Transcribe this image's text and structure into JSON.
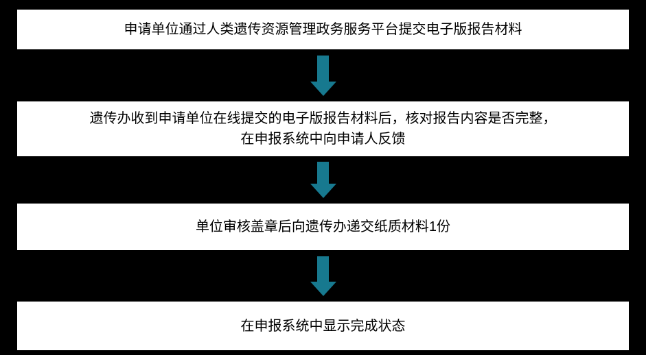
{
  "diagram": {
    "type": "flowchart",
    "title": "",
    "colors": {
      "background": "#000000",
      "box_fill": "#ffffff",
      "box_text": "#000000",
      "arrow": "#17798f"
    },
    "steps": [
      {
        "text": "申请单位通过人类遗传资源管理政务服务平台提交电子版报告材料"
      },
      {
        "text": "遗传办收到申请单位在线提交的电子版报告材料后，核对报告内容是否完整，\n在申报系统中向申请人反馈"
      },
      {
        "text": "单位审核盖章后向遗传办递交纸质材料1份"
      },
      {
        "text": "在申报系统中显示完成状态"
      }
    ],
    "connectors": [
      {
        "from": 0,
        "to": 1,
        "shape": "down-arrow"
      },
      {
        "from": 1,
        "to": 2,
        "shape": "down-arrow"
      },
      {
        "from": 2,
        "to": 3,
        "shape": "down-arrow"
      }
    ]
  }
}
